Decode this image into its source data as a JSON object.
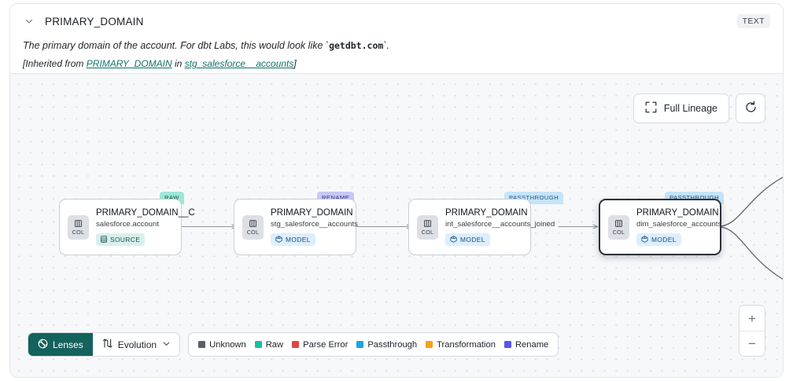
{
  "header": {
    "chevron_icon": "chevron-down-icon",
    "column_name": "PRIMARY_DOMAIN",
    "type_badge": "TEXT",
    "description_prefix": "The primary domain of the account. For dbt Labs, this would look like `",
    "description_code": "getdbt.com",
    "description_suffix": "`.",
    "inherited_open": "[Inherited from ",
    "inherited_link_1": "PRIMARY_DOMAIN",
    "inherited_mid": " in ",
    "inherited_link_2": "stg_salesforce__accounts",
    "inherited_close": "]"
  },
  "canvas": {
    "full_lineage_label": "Full Lineage",
    "full_lineage_icon": "expand-corners-icon",
    "refresh_icon": "refresh-icon",
    "zoom_in_label": "+",
    "zoom_out_label": "−"
  },
  "nodes": [
    {
      "tag": "RAW",
      "tag_class": "tag-raw",
      "chip_label": "COL",
      "name": "PRIMARY_DOMAIN__C",
      "sub": "salesforce.account",
      "kind": "SOURCE",
      "kind_class": "kind-source",
      "kind_icon": "database-icon",
      "selected": false
    },
    {
      "tag": "RENAME",
      "tag_class": "tag-rename",
      "chip_label": "COL",
      "name": "PRIMARY_DOMAIN",
      "sub": "stg_salesforce__accounts",
      "kind": "MODEL",
      "kind_class": "kind-model",
      "kind_icon": "cube-icon",
      "selected": false
    },
    {
      "tag": "PASSTHROUGH",
      "tag_class": "tag-passthrough",
      "chip_label": "COL",
      "name": "PRIMARY_DOMAIN",
      "sub": "int_salesforce__accounts_joined",
      "kind": "MODEL",
      "kind_class": "kind-model",
      "kind_icon": "cube-icon",
      "selected": false
    },
    {
      "tag": "PASSTHROUGH",
      "tag_class": "tag-passthrough",
      "chip_label": "COL",
      "name": "PRIMARY_DOMAIN",
      "sub": "dim_salesforce_accounts",
      "kind": "MODEL",
      "kind_class": "kind-model",
      "kind_icon": "cube-icon",
      "selected": true
    }
  ],
  "toolbar": {
    "lenses_label": "Lenses",
    "lenses_icon": "lens-icon",
    "evolution_label": "Evolution",
    "evolution_icon": "evolution-arrows-icon",
    "evolution_caret_icon": "chevron-down-icon"
  },
  "legend": [
    {
      "label": "Unknown",
      "color": "#5a5f66"
    },
    {
      "label": "Raw",
      "color": "#16bfa5"
    },
    {
      "label": "Parse Error",
      "color": "#e04545"
    },
    {
      "label": "Passthrough",
      "color": "#20a3e0"
    },
    {
      "label": "Transformation",
      "color": "#f2a417"
    },
    {
      "label": "Rename",
      "color": "#5856e8"
    }
  ]
}
